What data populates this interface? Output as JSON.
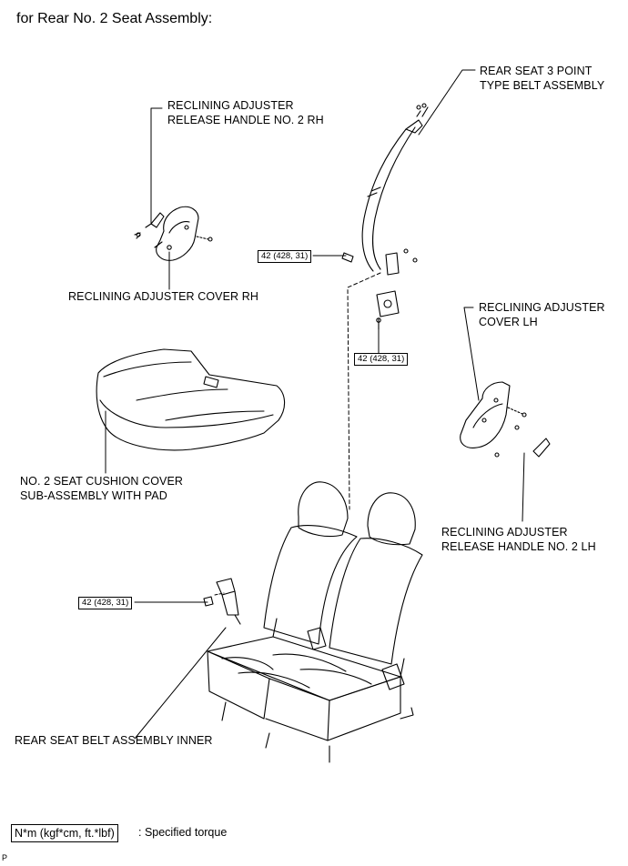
{
  "heading": "for Rear No.  2 Seat Assembly:",
  "labels": {
    "handle_rh_1": "RECLINING ADJUSTER",
    "handle_rh_2": "RELEASE HANDLE NO. 2 RH",
    "cover_rh": "RECLINING ADJUSTER COVER RH",
    "belt_3pt_1": "REAR SEAT 3 POINT",
    "belt_3pt_2": "TYPE BELT ASSEMBLY",
    "cover_lh_1": "RECLINING ADJUSTER",
    "cover_lh_2": "COVER LH",
    "cushion_1": "NO. 2 SEAT CUSHION COVER",
    "cushion_2": "SUB-ASSEMBLY WITH PAD",
    "handle_lh_1": "RECLINING ADJUSTER",
    "handle_lh_2": "RELEASE HANDLE NO. 2 LH",
    "belt_inner": "REAR SEAT BELT ASSEMBLY INNER"
  },
  "torques": {
    "upper_anchor": "42 (428, 31)",
    "lower_anchor": "42 (428, 31)",
    "inner_anchor": "42 (428, 31)"
  },
  "legend": {
    "unit": "N*m (kgf*cm, ft.*lbf)",
    "meaning": ": Specified torque"
  },
  "corner_mark": "P"
}
